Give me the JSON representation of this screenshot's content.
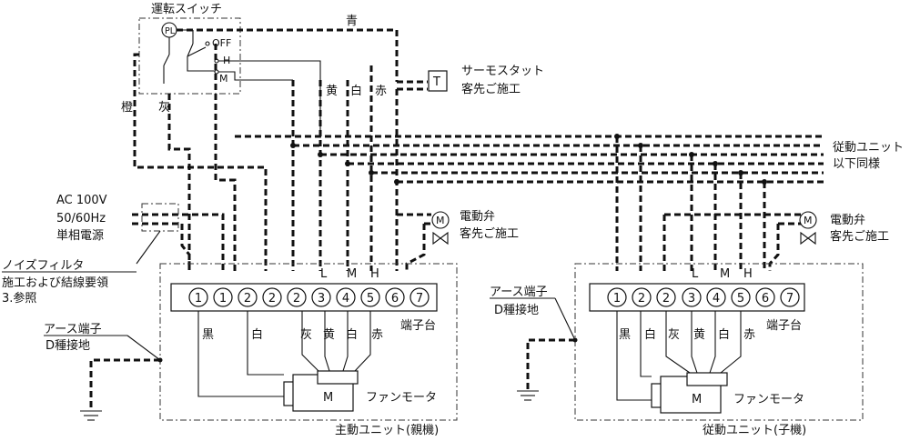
{
  "switch_title": "運転スイッチ",
  "pl_mark": "PL",
  "sw_off": "OFF",
  "sw_h": "H",
  "sw_m": "M",
  "wire_blue": "青",
  "wire_orange": "橙",
  "wire_gray": "灰",
  "wire_yellow": "黄",
  "wire_white": "白",
  "wire_red": "赤",
  "thermostat_symbol": "T",
  "thermostat_label": "サーモスタット",
  "by_customer": "客先ご施工",
  "follower_note_line1": "従動ユニット",
  "follower_note_line2": "以下同様",
  "power_line1": "AC 100V",
  "power_line2": "50/60Hz",
  "power_line3": "単相電源",
  "noise_filter_label": "ノイズフィルタ",
  "noise_note_line1": "施工および結線要領",
  "noise_note_line2": "3.参照",
  "valve_symbol": "M",
  "valve_label": "電動弁",
  "earth_label": "アース端子",
  "earth_type": "D種接地",
  "speed_l": "L",
  "speed_m": "M",
  "speed_h": "H",
  "terminal_block_label": "端子台",
  "main_terminals": [
    "1",
    "1",
    "2",
    "2",
    "2",
    "3",
    "4",
    "5",
    "6",
    "7"
  ],
  "sub_terminals": [
    "1",
    "2",
    "2",
    "3",
    "4",
    "5",
    "6",
    "7"
  ],
  "main_motor_colors": [
    "黒",
    "白",
    "灰",
    "黄",
    "白",
    "赤"
  ],
  "sub_motor_colors": [
    "黒",
    "白",
    "灰",
    "黄",
    "白",
    "赤"
  ],
  "motor_symbol": "M",
  "fan_motor_label": "ファンモータ",
  "main_unit_label": "主動ユニット(親機)",
  "sub_unit_label": "従動ユニット(子機)"
}
